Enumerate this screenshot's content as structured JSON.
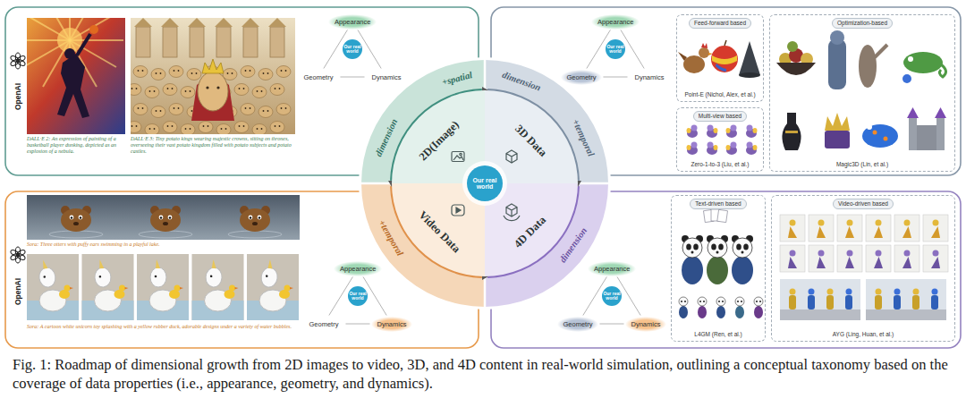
{
  "diagram": {
    "caption": "Fig. 1: Roadmap of dimensional growth from 2D images to video, 3D, and 4D content in real-world simulation, outlining a conceptual taxonomy based on the coverage of data properties (i.e., appearance, geometry, and dynamics).",
    "nodes": [
      {
        "text": [
          "2D(Image)"
        ]
      },
      {
        "text": [
          "3D Data"
        ]
      },
      {
        "text": [
          "Video Data"
        ]
      },
      {
        "text": [
          "4D Data"
        ]
      },
      {
        "text": [
          "Our real world"
        ]
      },
      {
        "text": [
          "Appearance"
        ]
      },
      {
        "text": [
          "Our real world"
        ]
      },
      {
        "text": [
          "Geometry"
        ]
      },
      {
        "text": [
          "Dynamics"
        ]
      },
      {
        "text": [
          "Appearance"
        ]
      },
      {
        "text": [
          "Our real world"
        ]
      },
      {
        "text": [
          "Geometry"
        ]
      },
      {
        "text": [
          "Dynamics"
        ]
      },
      {
        "text": [
          "Appearance"
        ]
      },
      {
        "text": [
          "Our real world"
        ]
      },
      {
        "text": [
          "Geometry"
        ]
      },
      {
        "text": [
          "Dynamics"
        ]
      },
      {
        "text": [
          "Appearance"
        ]
      },
      {
        "text": [
          "Our real world"
        ]
      },
      {
        "text": [
          "Geometry"
        ]
      },
      {
        "text": [
          "Dynamics"
        ]
      },
      {
        "text": [
          "Feed-forward based",
          "Point-E (Nichol, Alex, et al.)"
        ]
      },
      {
        "text": [
          "Multi-view based",
          "Zero-1-to-3 (Liu, et al.)"
        ]
      },
      {
        "text": [
          "Optimization-based",
          "Magic3D (Lin, et al.)"
        ]
      },
      {
        "text": [
          "Text-driven based",
          "L4GM (Ren, et al.)"
        ]
      },
      {
        "text": [
          "Video-driven based",
          "AYG (Ling, Huan, et al.)"
        ]
      }
    ],
    "edges": [
      {
        "from": 5,
        "to": 7,
        "arrow": "none"
      },
      {
        "from": 5,
        "to": 8,
        "arrow": "none"
      },
      {
        "from": 7,
        "to": 8,
        "arrow": "none"
      },
      {
        "from": 9,
        "to": 11,
        "arrow": "none"
      },
      {
        "from": 9,
        "to": 12,
        "arrow": "none"
      },
      {
        "from": 11,
        "to": 12,
        "arrow": "none"
      },
      {
        "from": 13,
        "to": 15,
        "arrow": "none"
      },
      {
        "from": 13,
        "to": 16,
        "arrow": "none"
      },
      {
        "from": 15,
        "to": 16,
        "arrow": "none"
      },
      {
        "from": 17,
        "to": 19,
        "arrow": "none"
      },
      {
        "from": 17,
        "to": 20,
        "arrow": "none"
      },
      {
        "from": 19,
        "to": 20,
        "arrow": "none"
      }
    ],
    "labels": [
      "OpenAI",
      "DALL·E 2: An expression of painting of a basketball player dunking, depicted as an explosion of a nebula.",
      "DALL·E 3: Tiny potato kings wearing majestic crowns, sitting on thrones, overseeing their vast potato kingdom filled with potato subjects and potato castles.",
      "OpenAI",
      "Sora: Three otters with puffy ears swimming in a playful lake.",
      "Sora: A cartoon white unicorn toy splashing with a yellow rubber duck, adorable designs under a variety of water bubbles.",
      "dimension",
      "+spatial",
      "dimension",
      "+temporal",
      "+temporal",
      "dimension"
    ]
  }
}
